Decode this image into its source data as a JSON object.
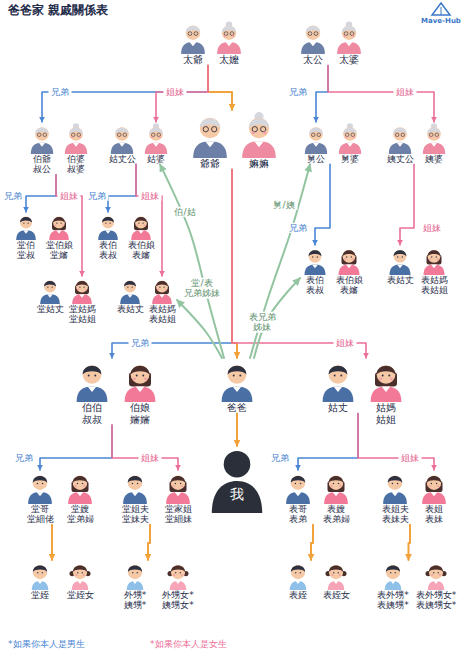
{
  "diagram": {
    "title": "爸爸家 親戚關係表",
    "nodes": [
      {
        "text": [
          "太爺"
        ]
      },
      {
        "text": [
          "太嬤"
        ]
      },
      {
        "text": [
          "太公"
        ]
      },
      {
        "text": [
          "太婆"
        ]
      },
      {
        "text": [
          "伯爺 叔公"
        ]
      },
      {
        "text": [
          "伯婆 叔婆"
        ]
      },
      {
        "text": [
          "姑丈公"
        ]
      },
      {
        "text": [
          "姑婆"
        ]
      },
      {
        "text": [
          "爺爺"
        ]
      },
      {
        "text": [
          "嫲嫲"
        ]
      },
      {
        "text": [
          "舅公"
        ]
      },
      {
        "text": [
          "舅婆"
        ]
      },
      {
        "text": [
          "姨丈公"
        ]
      },
      {
        "text": [
          "姨婆"
        ]
      },
      {
        "text": [
          "堂伯 堂叔"
        ]
      },
      {
        "text": [
          "堂伯娘 堂嬸"
        ]
      },
      {
        "text": [
          "表伯 表叔"
        ]
      },
      {
        "text": [
          "表伯娘 表嬸"
        ]
      },
      {
        "text": [
          "堂姑丈"
        ]
      },
      {
        "text": [
          "堂姑媽 堂姑姐"
        ]
      },
      {
        "text": [
          "表姑丈"
        ]
      },
      {
        "text": [
          "表姑媽 表姑姐"
        ]
      },
      {
        "text": [
          "表伯 表叔"
        ]
      },
      {
        "text": [
          "表伯娘 表嬸"
        ]
      },
      {
        "text": [
          "表姑丈"
        ]
      },
      {
        "text": [
          "表姑媽 表姑姐"
        ]
      },
      {
        "text": [
          "伯伯 叔叔"
        ]
      },
      {
        "text": [
          "伯娘 嬸嬸"
        ]
      },
      {
        "text": [
          "爸爸"
        ]
      },
      {
        "text": [
          "姑丈"
        ]
      },
      {
        "text": [
          "姑媽 姑姐"
        ]
      },
      {
        "text": [
          "我"
        ]
      },
      {
        "text": [
          "堂哥 堂細佬"
        ]
      },
      {
        "text": [
          "堂嫂 堂弟婦"
        ]
      },
      {
        "text": [
          "堂姐夫 堂妹夫"
        ]
      },
      {
        "text": [
          "堂家姐 堂細妹"
        ]
      },
      {
        "text": [
          "表哥 表弟"
        ]
      },
      {
        "text": [
          "表嫂 表弟婦"
        ]
      },
      {
        "text": [
          "表姐夫 表妹夫"
        ]
      },
      {
        "text": [
          "表姐 表妹"
        ]
      },
      {
        "text": [
          "堂姪"
        ]
      },
      {
        "text": [
          "堂姪女"
        ]
      },
      {
        "text": [
          "外甥* 姨甥*"
        ]
      },
      {
        "text": [
          "外甥女* 姨甥女*"
        ]
      },
      {
        "text": [
          "表姪"
        ]
      },
      {
        "text": [
          "表姪女"
        ]
      },
      {
        "text": [
          "表外甥* 表姨甥*"
        ]
      },
      {
        "text": [
          "表外甥女* 表姨甥女*"
        ]
      }
    ],
    "edges": [
      {
        "from": 0,
        "to": 4,
        "arrow": "to",
        "label": "兄弟"
      },
      {
        "from": 0,
        "to": 8,
        "arrow": "to"
      },
      {
        "from": 0,
        "to": 7,
        "arrow": "to",
        "label": "姐妹"
      },
      {
        "from": 2,
        "to": 10,
        "arrow": "to",
        "label": "兄弟"
      },
      {
        "from": 2,
        "to": 13,
        "arrow": "to",
        "label": "姐妹"
      },
      {
        "from": 4,
        "to": 14,
        "arrow": "to",
        "label": "兄弟"
      },
      {
        "from": 4,
        "to": 19,
        "arrow": "to",
        "label": "姐妹"
      },
      {
        "from": 6,
        "to": 16,
        "arrow": "to",
        "label": "兄弟"
      },
      {
        "from": 6,
        "to": 21,
        "arrow": "to",
        "label": "姐妹"
      },
      {
        "from": 10,
        "to": 22,
        "arrow": "to",
        "label": "兄弟"
      },
      {
        "from": 12,
        "to": 24,
        "arrow": "to",
        "label": "姐妹"
      },
      {
        "from": 8,
        "to": 26,
        "arrow": "to",
        "label": "兄弟"
      },
      {
        "from": 8,
        "to": 28,
        "arrow": "to"
      },
      {
        "from": 8,
        "to": 30,
        "arrow": "to",
        "label": "姐妹"
      },
      {
        "from": 28,
        "to": 31,
        "arrow": "to"
      },
      {
        "from": 26,
        "to": 32,
        "arrow": "to",
        "label": "兄弟"
      },
      {
        "from": 26,
        "to": 35,
        "arrow": "to",
        "label": "姐妹"
      },
      {
        "from": 29,
        "to": 36,
        "arrow": "to",
        "label": "兄弟"
      },
      {
        "from": 29,
        "to": 39,
        "arrow": "to",
        "label": "姐妹"
      },
      {
        "from": 32,
        "to": 40,
        "arrow": "to"
      },
      {
        "from": 34,
        "to": 42,
        "arrow": "to"
      },
      {
        "from": 36,
        "to": 44,
        "arrow": "to"
      },
      {
        "from": 38,
        "to": 46,
        "arrow": "to"
      },
      {
        "from": 28,
        "to": 7,
        "arrow": "to",
        "label": "伯/姑"
      },
      {
        "from": 28,
        "to": 10,
        "arrow": "to",
        "label": "舅/姨"
      },
      {
        "from": 28,
        "to": 21,
        "arrow": "to",
        "label": "堂/表 兄弟姊妹"
      },
      {
        "from": 28,
        "to": 22,
        "arrow": "to",
        "label": "表兄弟 姊妹"
      }
    ],
    "labels": [
      "Mave-Hub",
      "*如果你本人是男生",
      "*如果你本人是女生"
    ]
  }
}
